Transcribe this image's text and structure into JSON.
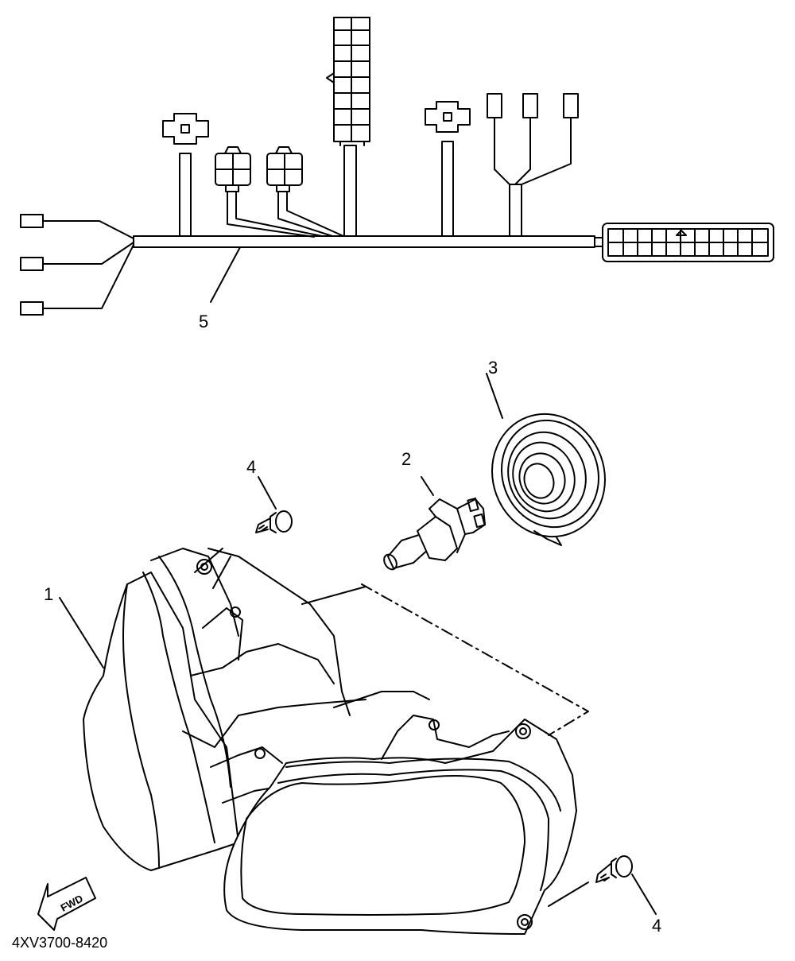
{
  "callouts": {
    "headlight_assembly": "1",
    "bulb": "2",
    "bulb_cover": "3",
    "screw_upper": "4",
    "screw_lower": "4",
    "wire_harness": "5"
  },
  "direction_label": "FWD",
  "part_code": "4XV3700-8420"
}
